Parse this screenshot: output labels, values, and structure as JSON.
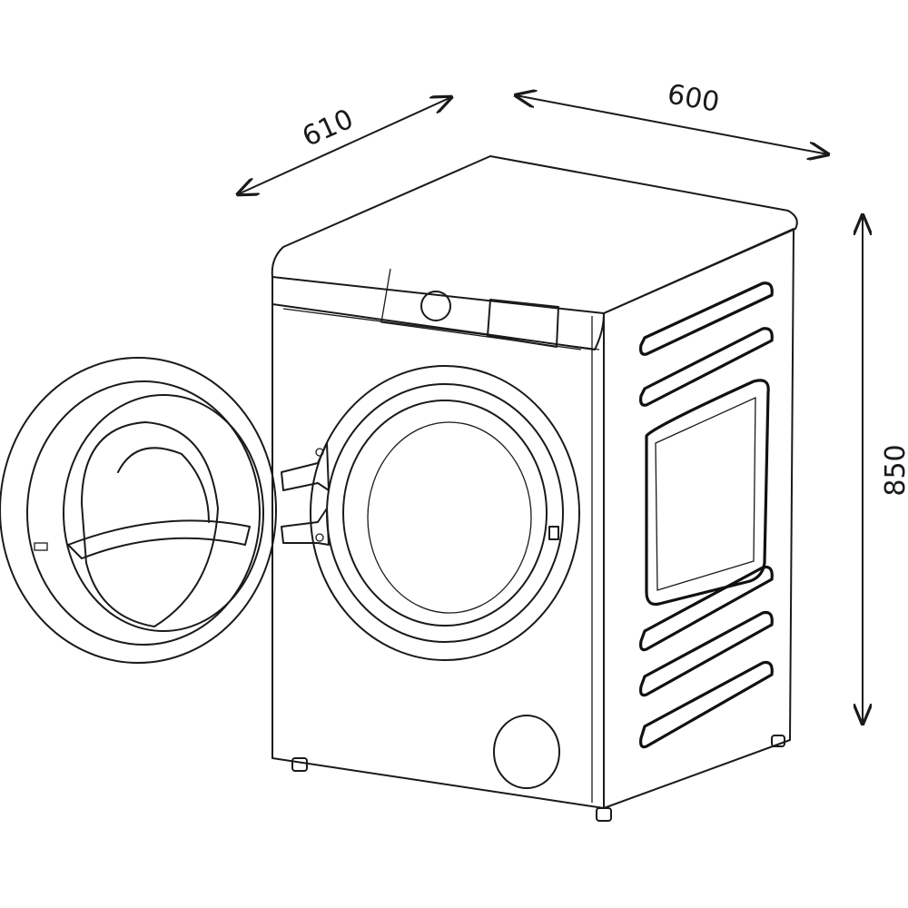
{
  "dimensions": {
    "depth": "610",
    "width": "600",
    "height": "850"
  },
  "colors": {
    "line": "#1a1a1a",
    "background": "#ffffff"
  }
}
